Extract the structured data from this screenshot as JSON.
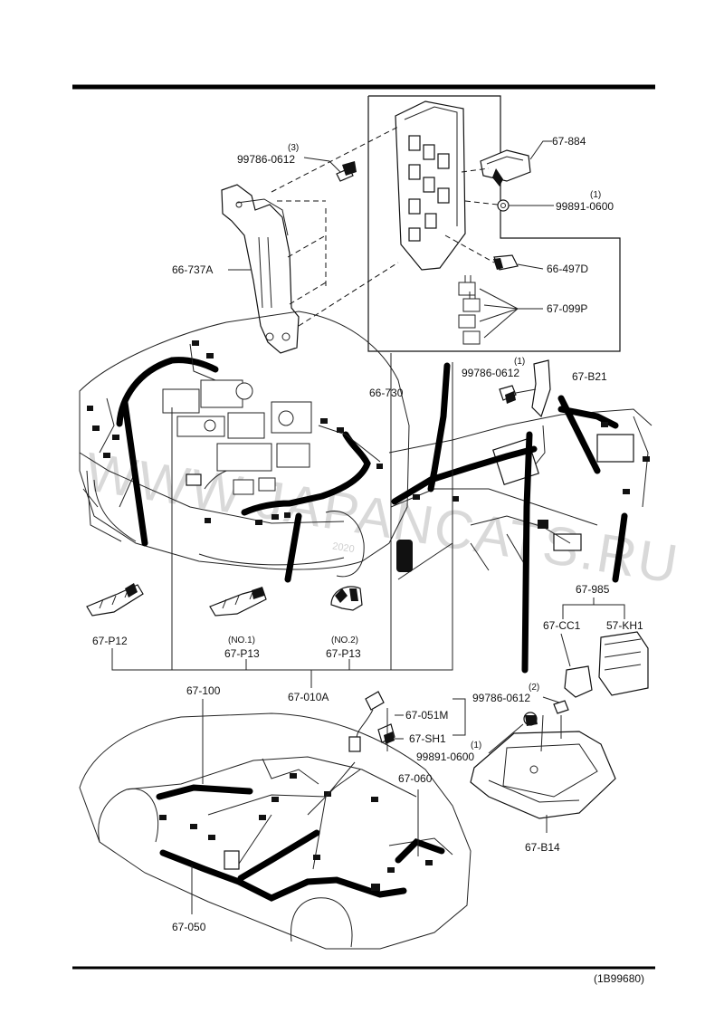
{
  "doc": {
    "code": "(1B99680)",
    "watermark": "WWW.JAPANCATS.RU",
    "watermark_small": "2020"
  },
  "labels": {
    "l_99786_top_qty": "(3)",
    "l_99786_top": "99786-0612",
    "l_66_737A": "66-737A",
    "l_67_884": "67-884",
    "l_99891_top_qty": "(1)",
    "l_99891_top": "99891-0600",
    "l_66_497D": "66-497D",
    "l_67_099P": "67-099P",
    "l_66_730": "66-730",
    "l_99786_mid_qty": "(1)",
    "l_99786_mid": "99786-0612",
    "l_67_B21": "67-B21",
    "l_67_P12": "67-P12",
    "l_no1": "(NO.1)",
    "l_67_P13_a": "67-P13",
    "l_no2": "(NO.2)",
    "l_67_P13_b": "67-P13",
    "l_67_985": "67-985",
    "l_67_CC1": "67-CC1",
    "l_57_KH1": "57-KH1",
    "l_67_100": "67-100",
    "l_67_010A": "67-010A",
    "l_67_051M": "67-051M",
    "l_67_SH1": "67-SH1",
    "l_99786_low_qty": "(2)",
    "l_99786_low": "99786-0612",
    "l_99891_low_qty": "(1)",
    "l_99891_low": "99891-0600",
    "l_67_060": "67-060",
    "l_67_B14": "67-B14",
    "l_67_050": "67-050"
  }
}
